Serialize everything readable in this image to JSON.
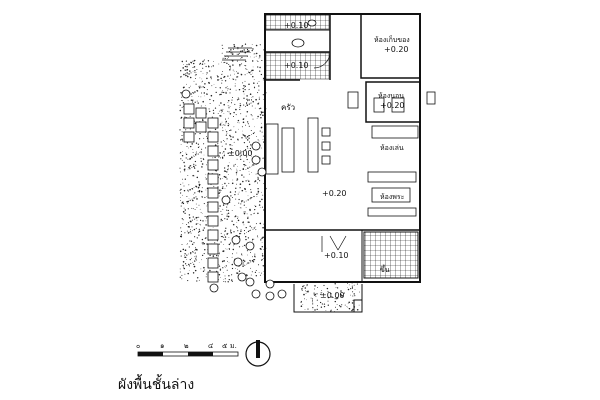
{
  "plan": {
    "caption": "ผังพื้นชั้นล่าง",
    "rooms": {
      "bath_top": "+0.10",
      "bath_lower": "+0.10",
      "bedroom_name": "ห้องเก็บของ",
      "bedroom_level": "+0.20",
      "kitchen": "ครัว",
      "small_room_name": "ห้องนอน",
      "small_room_level": "+0.20",
      "hall_name": "ห้องเล่น",
      "terrace_level": "±0.00",
      "main_level": "+0.20",
      "desk_label": "ห้องพระ",
      "porch_level": "+0.10",
      "stair_label": "ขึ้น",
      "carport_level": "±0.00"
    },
    "scale": {
      "ticks": [
        "๐",
        "๑",
        "๒",
        "๔",
        "๕"
      ],
      "unit": "ม."
    }
  }
}
